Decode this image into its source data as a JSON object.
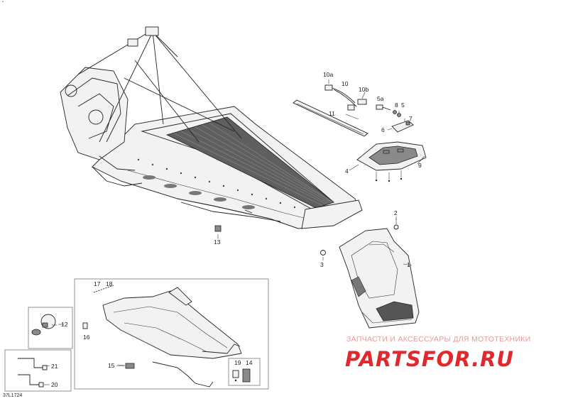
{
  "corner_mark": "\"",
  "doc_id": "37L1724",
  "watermark": {
    "tagline": "ЗАПЧАСТИ И АКСЕССУАРЫ ДЛЯ МОТОТЕХНИКИ",
    "brand": "PARTSFOR.RU",
    "color": "#e1282d"
  },
  "callouts": [
    {
      "id": "c10a",
      "text": "10a"
    },
    {
      "id": "c10",
      "text": "10"
    },
    {
      "id": "c10b",
      "text": "10b"
    },
    {
      "id": "c5a",
      "text": "5a"
    },
    {
      "id": "c8",
      "text": "8"
    },
    {
      "id": "c5",
      "text": "5"
    },
    {
      "id": "c7",
      "text": "7"
    },
    {
      "id": "c6",
      "text": "6"
    },
    {
      "id": "c11",
      "text": "11"
    },
    {
      "id": "c4",
      "text": "4"
    },
    {
      "id": "c9",
      "text": "9"
    },
    {
      "id": "c13",
      "text": "13"
    },
    {
      "id": "c2",
      "text": "2"
    },
    {
      "id": "c3",
      "text": "3"
    },
    {
      "id": "c1",
      "text": "1"
    },
    {
      "id": "c17",
      "text": "17"
    },
    {
      "id": "c18",
      "text": "18"
    },
    {
      "id": "c12",
      "text": "12"
    },
    {
      "id": "c16",
      "text": "16"
    },
    {
      "id": "c15",
      "text": "15"
    },
    {
      "id": "c19",
      "text": "19"
    },
    {
      "id": "c14",
      "text": "14"
    },
    {
      "id": "c21",
      "text": "21"
    },
    {
      "id": "c20",
      "text": "20"
    }
  ]
}
